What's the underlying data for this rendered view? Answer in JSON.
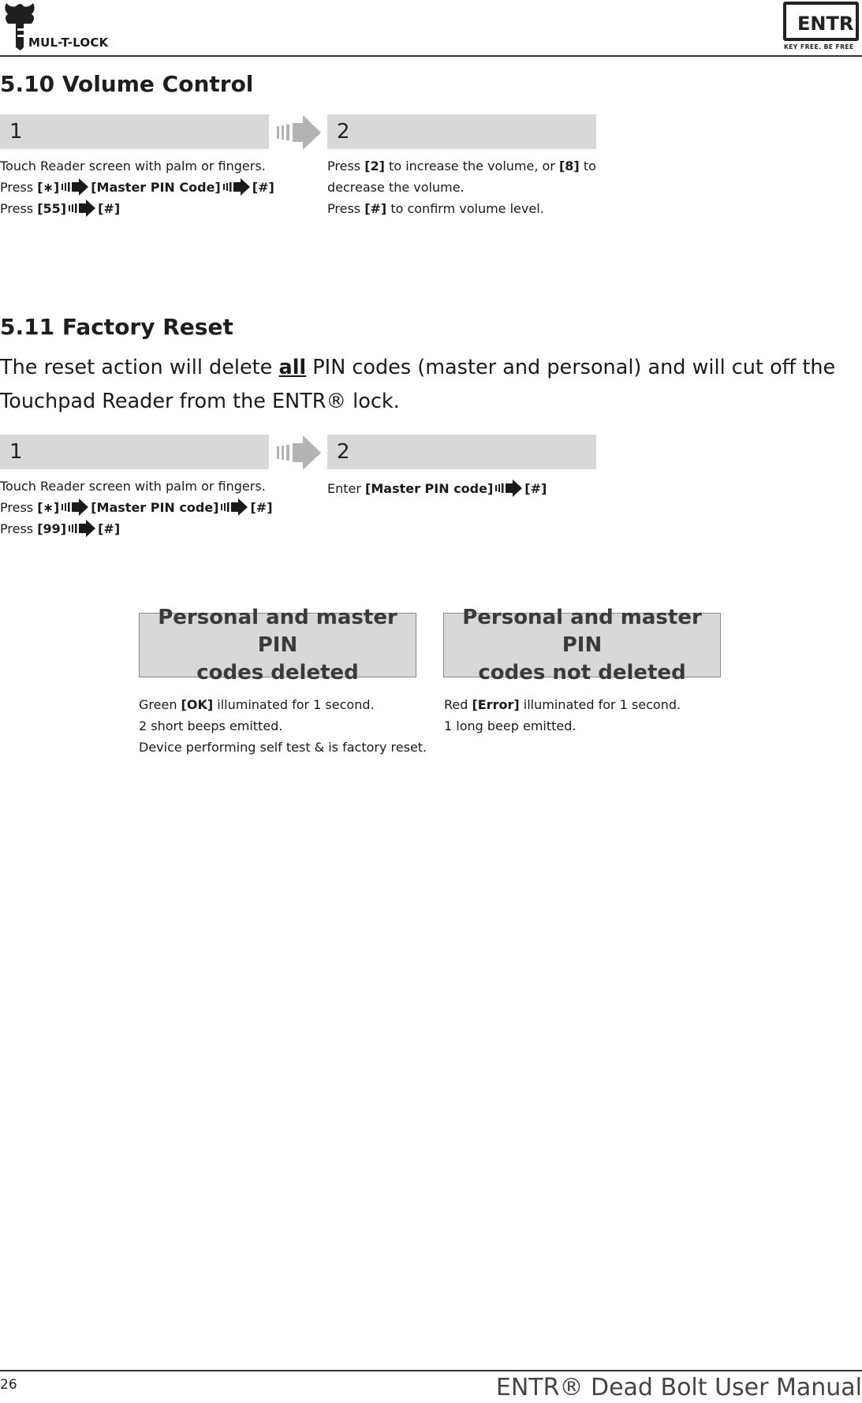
{
  "header": {
    "brand_logo_text": "MUL-T-LOCK",
    "entr_logo_word": "ENTR",
    "entr_tagline": "KEY FREE. BE FREE"
  },
  "section_volume": {
    "heading": "5.10  Volume Control",
    "step1": {
      "number": "1",
      "line1": "Touch Reader screen with palm or fingers.",
      "line2_prefix": "Press ",
      "line2_key1": "[∗]",
      "line2_key2": "[Master PIN Code]",
      "line2_key3": "[#]",
      "line3_prefix": "Press ",
      "line3_key1": "[55]",
      "line3_key2": "[#]"
    },
    "step2": {
      "number": "2",
      "line1_prefix": "Press ",
      "line1_key1": "[2]",
      "line1_mid": " to increase the volume, or ",
      "line1_key2": "[8]",
      "line1_suffix": " to",
      "line2": "decrease the volume.",
      "line3_prefix": "Press ",
      "line3_key": "[#]",
      "line3_suffix": " to confirm volume level."
    }
  },
  "section_reset": {
    "heading": "5.11  Factory Reset",
    "intro_part1": "The reset action will delete ",
    "intro_emph": "all",
    "intro_part2": " PIN codes (master and personal) and will cut off the",
    "intro_line2": "Touchpad Reader from the ENTR® lock.",
    "step1": {
      "number": "1",
      "line1": "Touch Reader screen with palm or fingers.",
      "line2_prefix": "Press ",
      "line2_key1": "[∗]",
      "line2_key2": "[Master PIN code]",
      "line2_key3": "[#]",
      "line3_prefix": "Press ",
      "line3_key1": "[99]",
      "line3_key2": "[#]"
    },
    "step2": {
      "number": "2",
      "line1_prefix": "Enter ",
      "line1_key1": "[Master PIN code]",
      "line1_key2": "[#]"
    },
    "result_success": {
      "title": "Personal and master PIN\ncodes deleted",
      "line1_prefix": "Green ",
      "line1_key": "[OK]",
      "line1_suffix": " illuminated for 1 second.",
      "line2": "2 short beeps emitted.",
      "line3": "Device performing self test & is factory reset."
    },
    "result_failure": {
      "title": "Personal and master PIN\ncodes not deleted",
      "line1_prefix": "Red ",
      "line1_key": "[Error]",
      "line1_suffix": " illuminated for 1 second.",
      "line2": "1 long beep emitted."
    }
  },
  "footer": {
    "page_number": "26",
    "title": "ENTR® Dead Bolt User Manual"
  },
  "icons": {
    "inline_arrow": "press-arrow-icon",
    "step_arrow": "step-arrow-icon",
    "key_mark": "key-logo-icon"
  },
  "colors": {
    "step_box": "#d8d8d8",
    "step_arrow": "#b3b3b3",
    "inline_arrow": "#1a1a1a",
    "rule": "#333333"
  }
}
